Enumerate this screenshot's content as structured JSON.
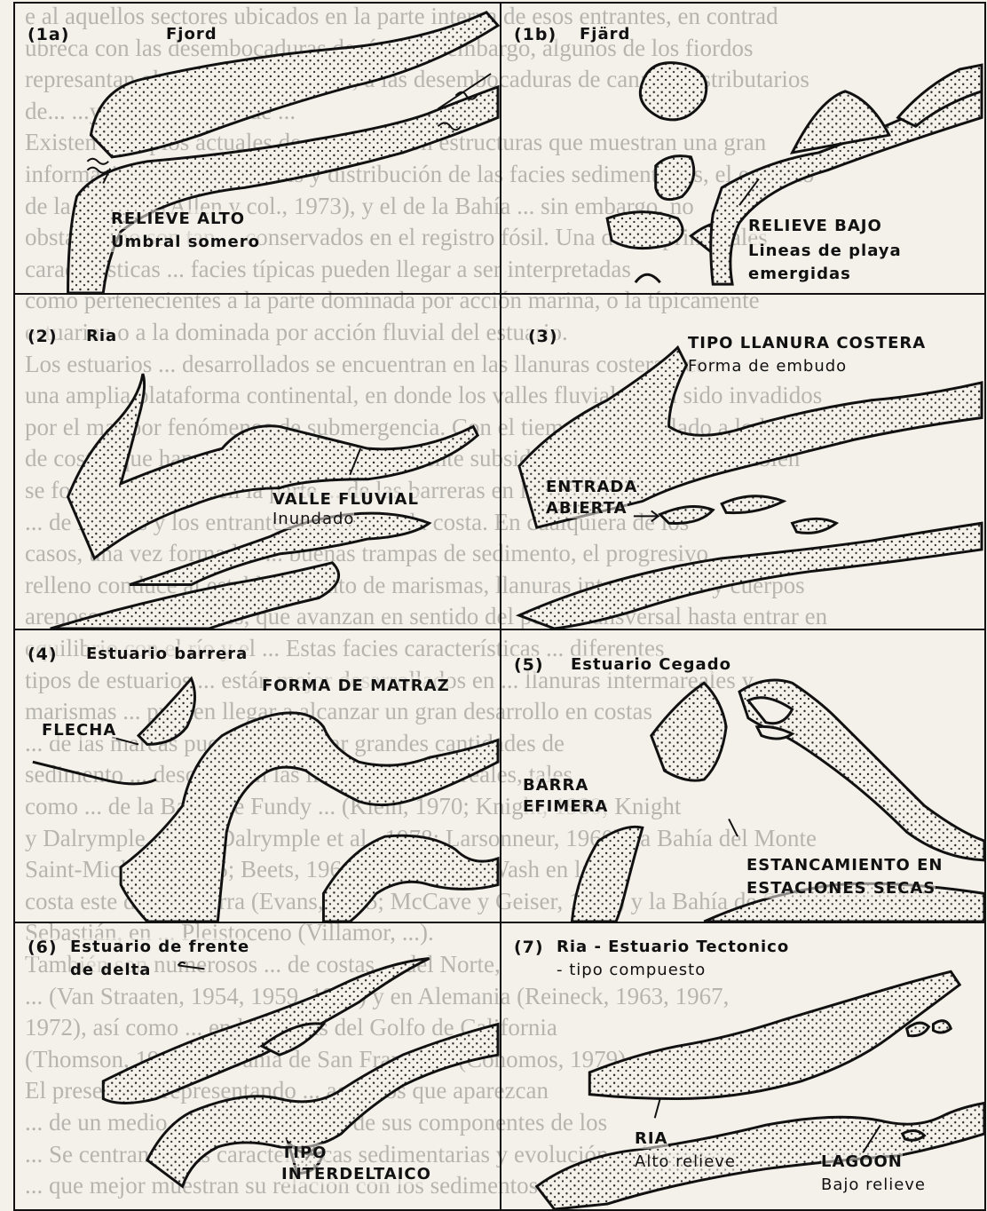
{
  "background_text_lines": [
    "e al aquellos sectores ubicados en la parte interna de esos entrantes, en contrad",
    "ubreca con las desembocaduras de ríos. Sin embargo, algunos de los fiordos",
    "represantan obturaciones arenosas, a las desembocaduras de canales distributarios",
    "de...                ...y características de ...",
    "Existen ejemplos actuales de estuarios con estructuras que muestran una gran",
    "información sobre su génesis y distribución de las facies sedimentarias, el estuario",
    "de la Gironde (Allen y col., 1973), y el de la Bahía ... sin embargo, no",
    "obstante, no son tan ... conservados en el registro fósil. Una de las principales",
    "características ... facies típicas pueden llegar a ser interpretadas",
    "como pertenecientes a la parte dominada por acción marina, o la típicamente",
    "estuarina o a la dominada por acción fluvial del estuario.",
    "Los estuarios ... desarrollados se encuentran en las llanuras costeras, con",
    "una amplia plataforma continental, en donde los valles fluviales han sido invadidos",
    "por el mar por fenómenos de submergencia. Con el tiempo desarrollado a lo largo",
    "de costas que han experimentado una reciente subsidencia, formando ... También",
    "se forman estuarios en la parte ... de las barreras en las",
    "... de los ríos y los entrantes marinos en la costa. En cualquiera de los",
    "casos, una vez formados ... buenas trampas de sedimento, el progresivo",
    "relleno conduce al establecimiento de marismas, llanuras intermareales y cuerpos",
    "arenosos intermareales, que avanzan en sentido del perfil transversal hasta entrar en",
    "equilibrio con el río y el ... Estas facies características ... diferentes",
    "tipos de estuarios ... están mejor desarrollados en ... llanuras intermareales y",
    "marismas ... pueden llegar a alcanzar un gran desarrollo en costas",
    "... de las mareas pueden acumular grandes cantidades de",
    "sedimento ... descritos en las llanuras intermareales, tales",
    "como ... de la Bahía de Fundy ... (Klein, 1970; Knight, 1980; Knight",
    "y Dalrymple, 1975; Dalrymple et al., 1978; Larsonneur, 1960), la Bahía del Monte",
    "Saint-Michel ... 1975; Beets, 1966), la Bahía de Wash en la",
    "costa este de Inglaterra (Evans, 1965; McCave y Geiser, 1979) y la Bahía de San",
    "Sebastián, en ... Pleistoceno (Villamor, ...).",
    "También son numerosos ... de costas ... del Norte,",
    "... (Van Straaten, 1954, 1959, 1961) y en Alemania (Reineck, 1963, 1967,",
    "1972), así como ... en las costas del Golfo de California",
    "(Thomson, 1968), la Bahía de San Francisco (Conomos, 1979).",
    "El presente ... representando ... aquellos que aparezcan",
    "... de un medio ... costero, a partir de sus componentes de los",
    "... Se centran en las características sedimentarias y evolución, así",
    "... que mejor muestran su relación con los sedimentos ..."
  ],
  "panels": {
    "p1a": {
      "id": "(1a)",
      "title": "Fjord",
      "labels": [
        "RELIEVE ALTO",
        "Umbral somero"
      ]
    },
    "p1b": {
      "id": "(1b)",
      "title": "Fjärd",
      "labels": [
        "RELIEVE BAJO",
        "Lineas de playa",
        "emergidas"
      ]
    },
    "p2": {
      "id": "(2)",
      "title": "Ria",
      "labels": [
        "VALLE FLUVIAL",
        "Inundado"
      ]
    },
    "p3": {
      "id": "(3)",
      "title": "",
      "labels": [
        "TIPO LLANURA COSTERA",
        "Forma de embudo",
        "ENTRADA",
        "ABIERTA"
      ]
    },
    "p4": {
      "id": "(4)",
      "title": "Estuario barrera",
      "labels": [
        "FORMA DE MATRAZ",
        "FLECHA"
      ]
    },
    "p5": {
      "id": "(5)",
      "title": "Estuario Cegado",
      "labels": [
        "BARRA",
        "EFIMERA",
        "ESTANCAMIENTO EN",
        "ESTACIONES SECAS"
      ]
    },
    "p6": {
      "id": "(6)",
      "title": "Estuario de frente",
      "title2": "de delta",
      "labels": [
        "TIPO",
        "INTERDELTAICO"
      ]
    },
    "p7": {
      "id": "(7)",
      "title": "Ria - Estuario Tectonico",
      "title2": "- tipo compuesto",
      "labels": [
        "RIA",
        "Alto relieve",
        "LAGOON",
        "Bajo relieve"
      ]
    }
  }
}
